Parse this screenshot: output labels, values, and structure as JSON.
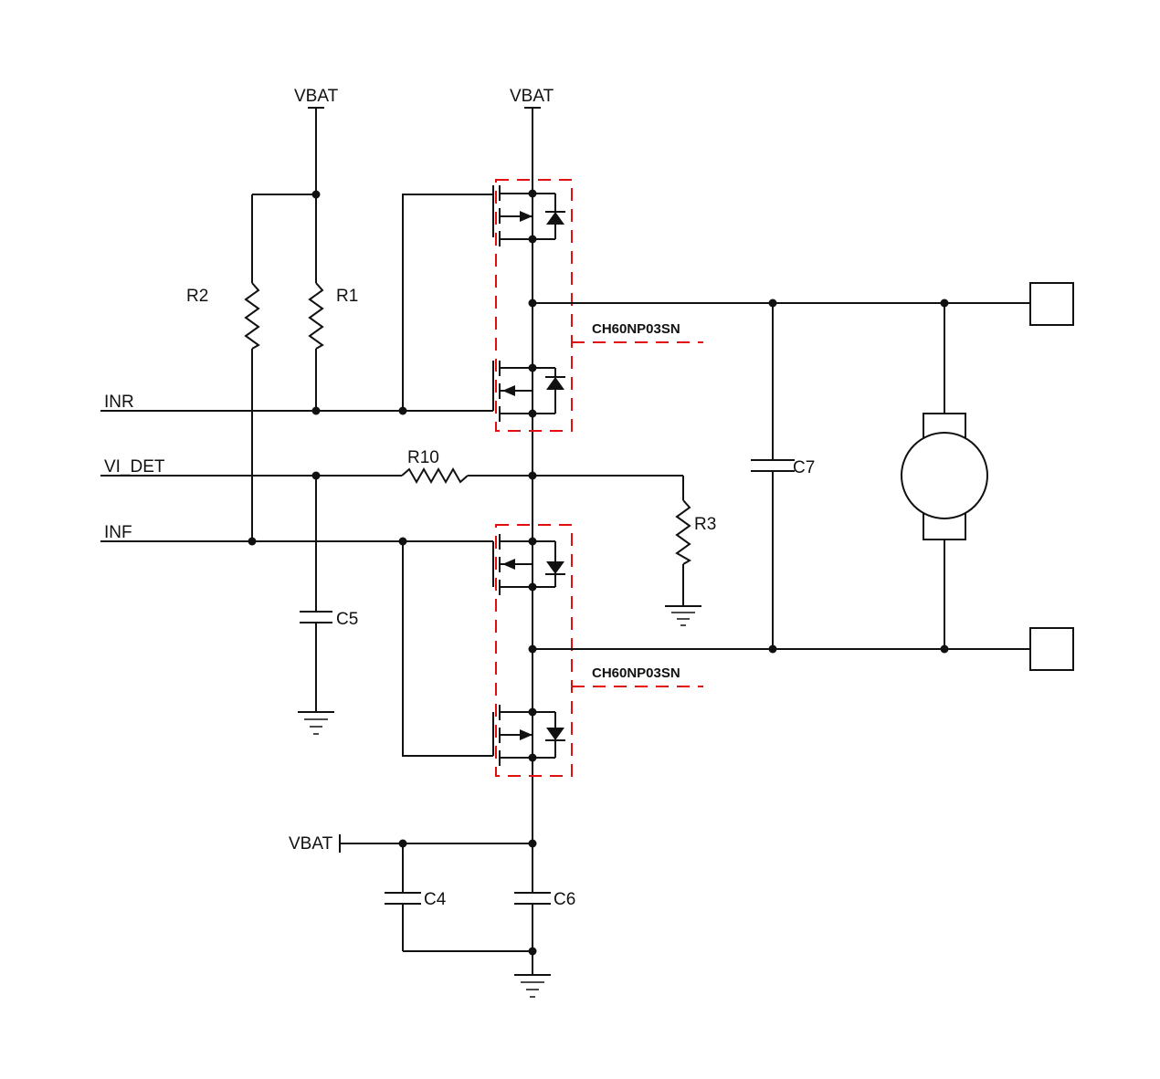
{
  "labels": {
    "vbat_left": "VBAT",
    "vbat_top": "VBAT",
    "vbat_bottom": "VBAT",
    "r1": "R1",
    "r2": "R2",
    "r3": "R3",
    "r10": "R10",
    "c4": "C4",
    "c5": "C5",
    "c6": "C6",
    "c7": "C7",
    "inr": "INR",
    "vi_det": "VI_DET",
    "inf": "INF",
    "part_upper": "CH60NP03SN",
    "part_lower": "CH60NP03SN"
  },
  "colors": {
    "wire": "#111111",
    "package_outline": "#e01010",
    "background": "#ffffff"
  }
}
